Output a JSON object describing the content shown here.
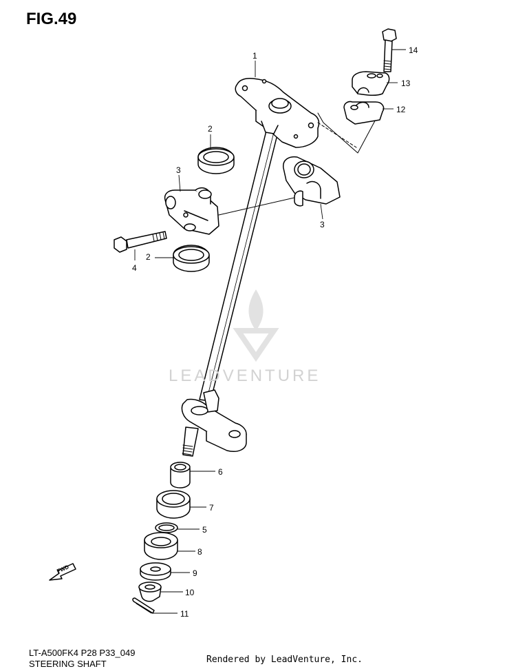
{
  "figure": {
    "title": "FIG.49"
  },
  "footer": {
    "model_code": "LT-A500FK4 P28 P33_049",
    "diagram_name": "STEERING SHAFT",
    "render_credit": "Rendered by LeadVenture, Inc."
  },
  "watermark": {
    "text": "LEADVENTURE"
  },
  "fwd_marker": {
    "text": "FWD"
  },
  "callouts": [
    {
      "id": "c1",
      "label": "1"
    },
    {
      "id": "c2a",
      "label": "2"
    },
    {
      "id": "c2b",
      "label": "2"
    },
    {
      "id": "c3a",
      "label": "3"
    },
    {
      "id": "c3b",
      "label": "3"
    },
    {
      "id": "c4",
      "label": "4"
    },
    {
      "id": "c5",
      "label": "5"
    },
    {
      "id": "c6",
      "label": "6"
    },
    {
      "id": "c7",
      "label": "7"
    },
    {
      "id": "c8",
      "label": "8"
    },
    {
      "id": "c9",
      "label": "9"
    },
    {
      "id": "c10",
      "label": "10"
    },
    {
      "id": "c11",
      "label": "11"
    },
    {
      "id": "c12",
      "label": "12"
    },
    {
      "id": "c13",
      "label": "13"
    },
    {
      "id": "c14",
      "label": "14"
    }
  ]
}
